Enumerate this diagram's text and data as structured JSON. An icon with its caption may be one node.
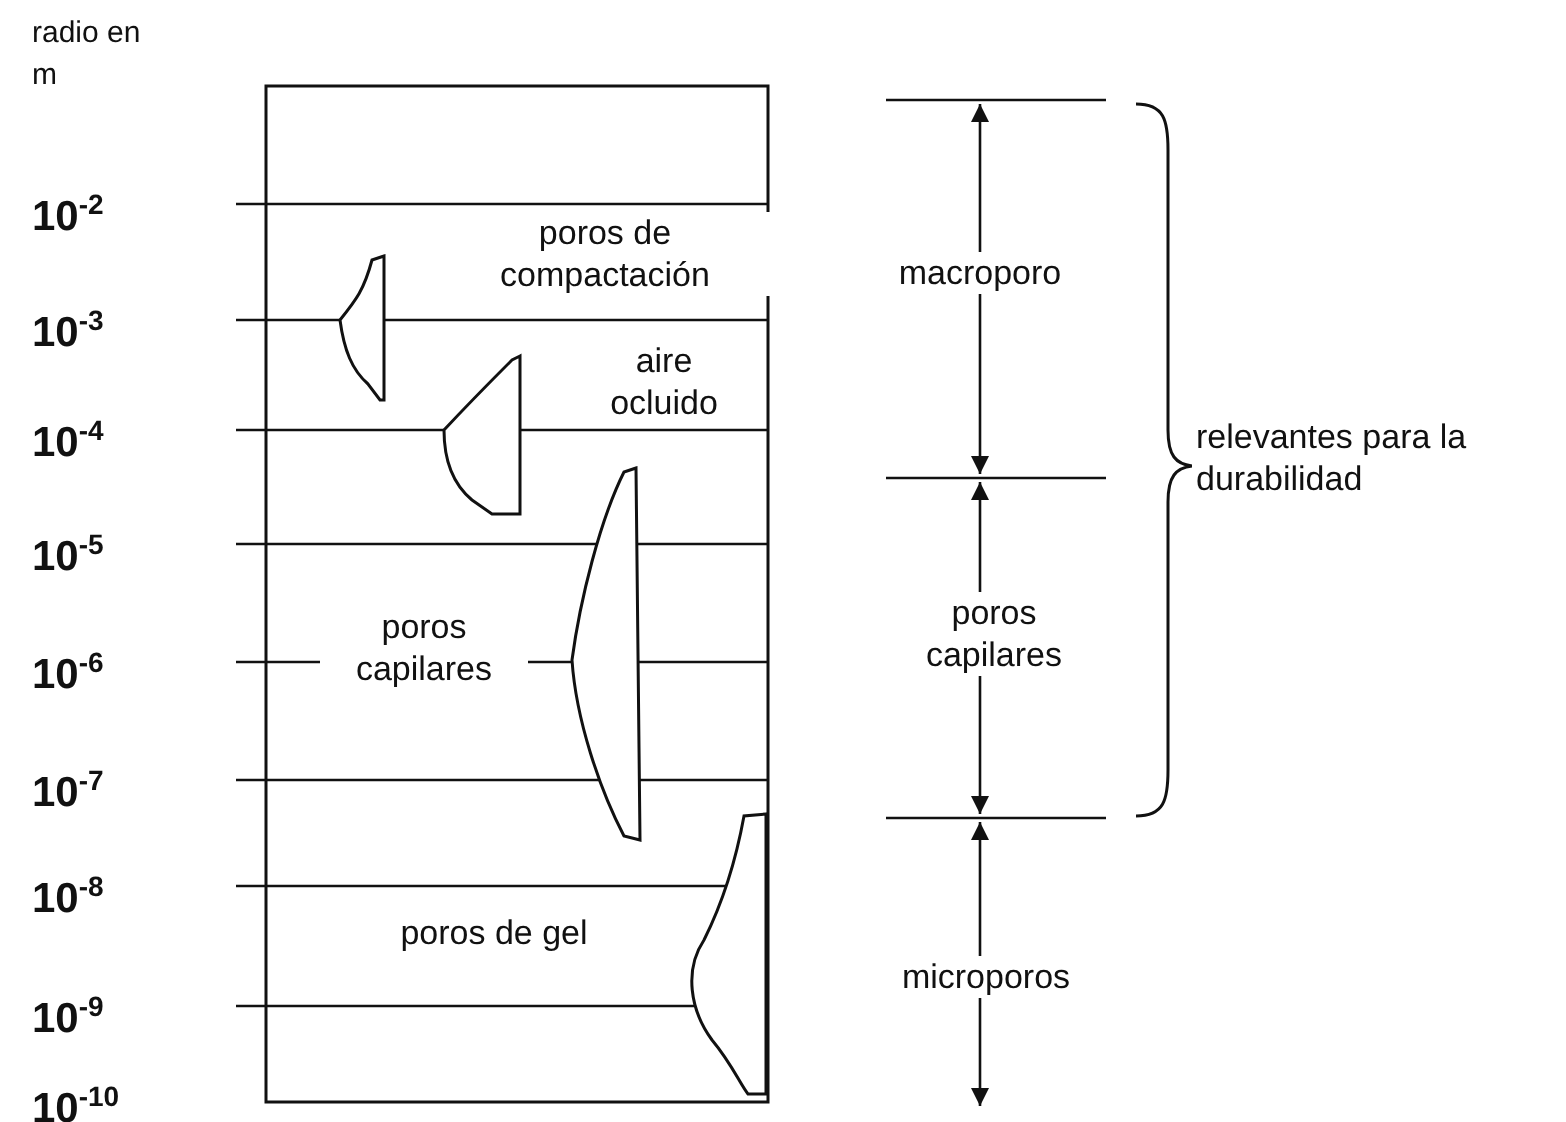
{
  "diagram": {
    "labels": [
      "radio en m",
      "10$^{-2}$",
      "poros de compactación",
      "10$^{-3}$",
      "aire ocluido",
      "10$^{-4}$",
      "macroporo",
      "relevantes para la durabilidad",
      "10$^{-5}$",
      "10$^{-6}$",
      "poros capilares",
      "poros capilares",
      "10$^{-7}$",
      "10$^{-8}$",
      "poros de gel",
      "microporos",
      "10$^{-9}$",
      "10$^{-10}$"
    ]
  }
}
